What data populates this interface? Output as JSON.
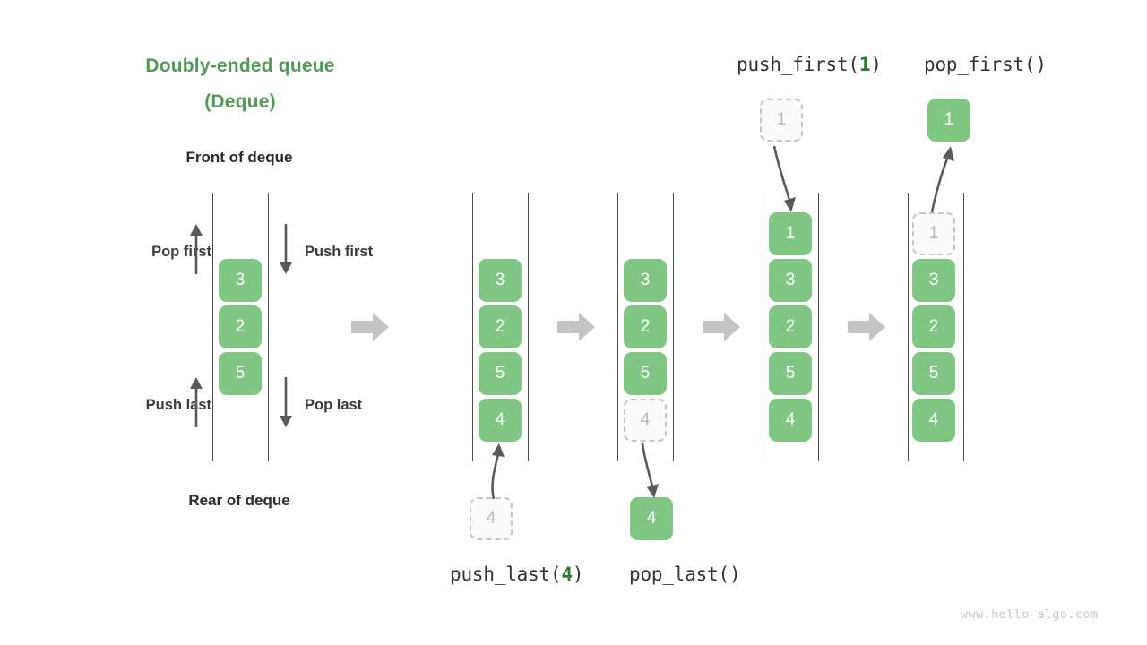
{
  "title": {
    "line1": "Doubly-ended queue",
    "line2": "(Deque)"
  },
  "labels": {
    "front": "Front of deque",
    "rear": "Rear of deque",
    "pop_first": "Pop first",
    "push_first": "Push first",
    "push_last": "Push last",
    "pop_last": "Pop last"
  },
  "operations": {
    "push_first": {
      "prefix": "push_first(",
      "arg": "1",
      "suffix": ")"
    },
    "pop_first": {
      "text": "pop_first()"
    },
    "push_last": {
      "prefix": "push_last(",
      "arg": "4",
      "suffix": ")"
    },
    "pop_last": {
      "text": "pop_last()"
    }
  },
  "colors": {
    "accent_green": "#539b54",
    "cell_green": "#81c784",
    "arrow_gray": "#c4c4c4",
    "thin_arrow": "#5a5a5a",
    "ghost_border": "#c6c6c6",
    "watermark": "#c8c8c8"
  },
  "panels": [
    {
      "name": "initial-deque",
      "cells": [
        {
          "value": "3",
          "state": "solid"
        },
        {
          "value": "2",
          "state": "solid"
        },
        {
          "value": "5",
          "state": "solid"
        }
      ]
    },
    {
      "name": "after-push-last",
      "cells": [
        {
          "value": "3",
          "state": "solid"
        },
        {
          "value": "2",
          "state": "solid"
        },
        {
          "value": "5",
          "state": "solid"
        },
        {
          "value": "4",
          "state": "solid"
        }
      ],
      "outside_below": {
        "value": "4",
        "state": "ghost"
      }
    },
    {
      "name": "before-pop-last",
      "cells": [
        {
          "value": "3",
          "state": "solid"
        },
        {
          "value": "2",
          "state": "solid"
        },
        {
          "value": "5",
          "state": "solid"
        },
        {
          "value": "4",
          "state": "ghost"
        }
      ],
      "outside_below": {
        "value": "4",
        "state": "solid"
      }
    },
    {
      "name": "after-push-first",
      "cells": [
        {
          "value": "1",
          "state": "solid"
        },
        {
          "value": "3",
          "state": "solid"
        },
        {
          "value": "2",
          "state": "solid"
        },
        {
          "value": "5",
          "state": "solid"
        },
        {
          "value": "4",
          "state": "solid"
        }
      ],
      "outside_above": {
        "value": "1",
        "state": "ghost"
      }
    },
    {
      "name": "before-pop-first",
      "cells": [
        {
          "value": "1",
          "state": "ghost"
        },
        {
          "value": "3",
          "state": "solid"
        },
        {
          "value": "2",
          "state": "solid"
        },
        {
          "value": "5",
          "state": "solid"
        },
        {
          "value": "4",
          "state": "solid"
        }
      ],
      "outside_above": {
        "value": "1",
        "state": "solid"
      }
    }
  ],
  "watermark": "www.hello-algo.com"
}
